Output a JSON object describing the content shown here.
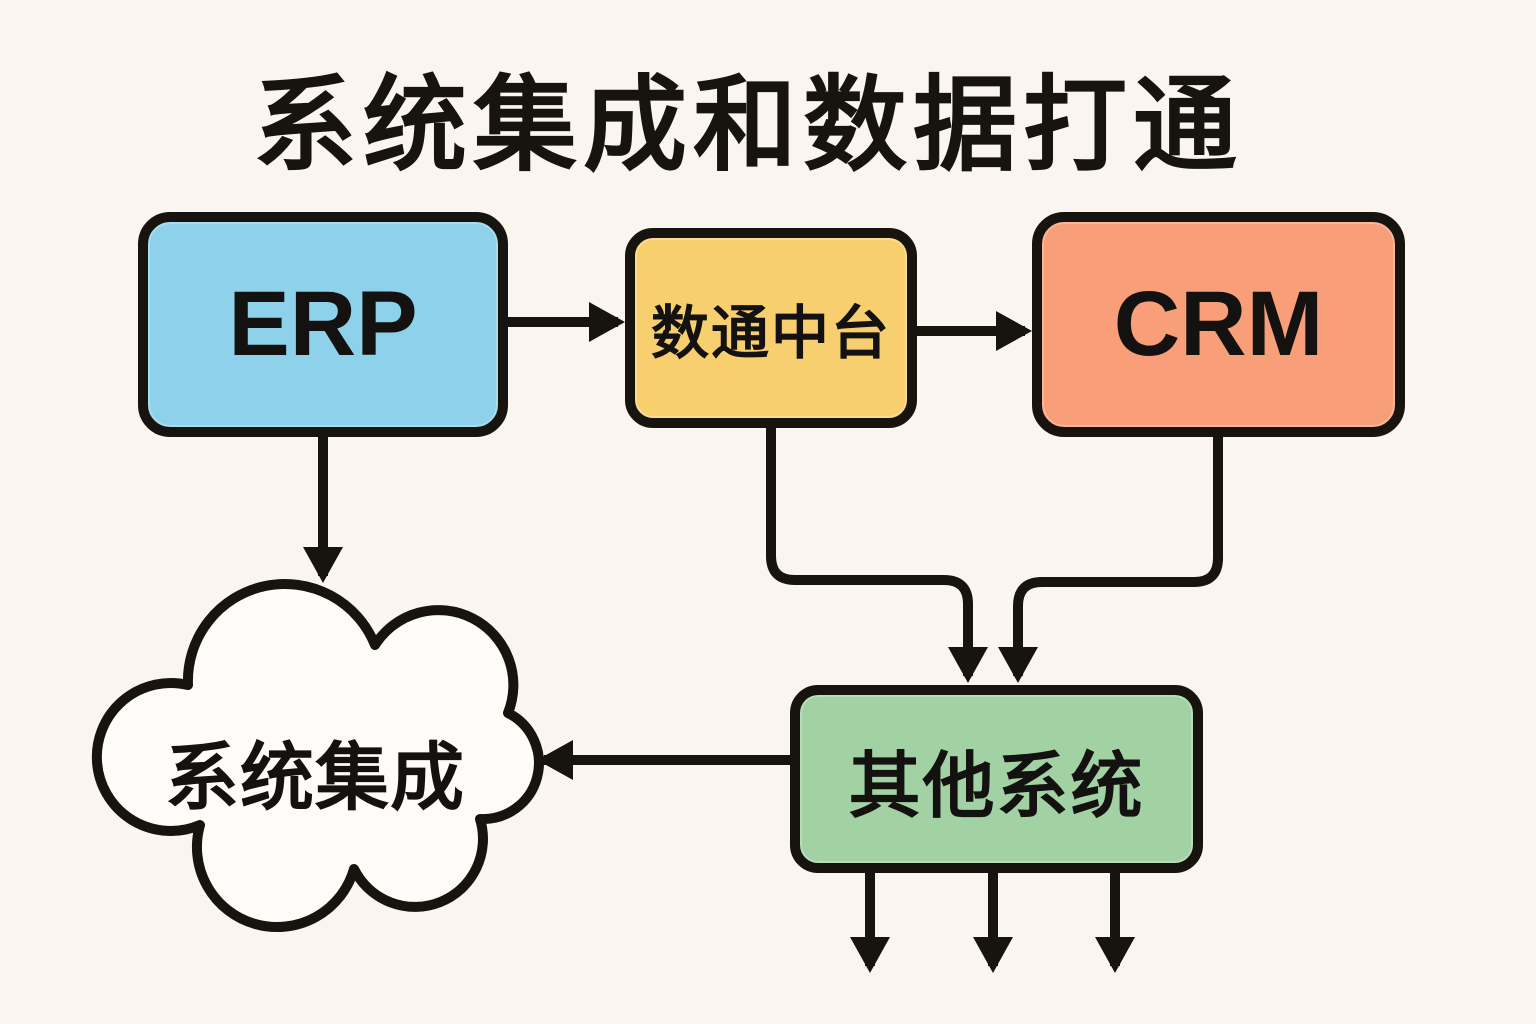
{
  "title": "系统集成和数据打通",
  "nodes": {
    "erp": {
      "label": "ERP",
      "fill": "#8ed1ea",
      "shape": "rounded-rect"
    },
    "datahub": {
      "label": "数通中台",
      "fill": "#f8cf6e",
      "shape": "rounded-rect"
    },
    "crm": {
      "label": "CRM",
      "fill": "#f89e78",
      "shape": "rounded-rect"
    },
    "othersys": {
      "label": "其他系统",
      "fill": "#a2d2a4",
      "shape": "rounded-rect"
    },
    "integration": {
      "label": "系统集成",
      "fill": "#fdfcf8",
      "shape": "cloud"
    }
  },
  "edges": [
    {
      "from": "ERP",
      "to": "数通中台"
    },
    {
      "from": "数通中台",
      "to": "CRM"
    },
    {
      "from": "ERP",
      "to": "系统集成"
    },
    {
      "from": "数通中台",
      "to": "其他系统"
    },
    {
      "from": "CRM",
      "to": "其他系统"
    },
    {
      "from": "其他系统",
      "to": "系统集成"
    }
  ],
  "othersys_outgoing_unlabeled_arrows": 3,
  "colors": {
    "background": "#faf6ef",
    "line": "#17130e",
    "text": "#141210"
  }
}
